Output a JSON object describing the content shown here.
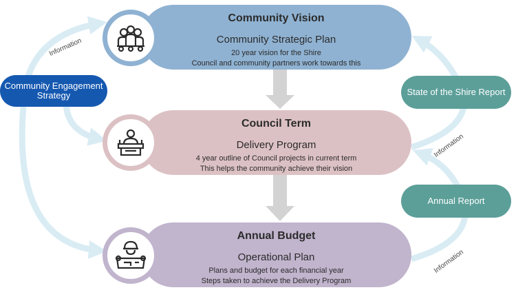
{
  "diagram": {
    "top": {
      "title": "Community Vision",
      "subtitle": "Community Strategic Plan",
      "line1": "20 year vision for the Shire",
      "line2": "Council and community partners work towards this",
      "icon": "community-people-icon",
      "color": "#8fb2d2"
    },
    "middle": {
      "title": "Council Term",
      "subtitle": "Delivery Program",
      "line1": "4 year outline of Council projects in current term",
      "line2": "This helps the community achieve their vision",
      "icon": "council-lectern-icon",
      "color": "#dcc1c4"
    },
    "bottom": {
      "title": "Annual Budget",
      "subtitle": "Operational Plan",
      "line1": "Plans and budget for each financial year",
      "line2": "Steps taken to achieve the Delivery Program",
      "icon": "worker-blueprint-icon",
      "color": "#c1b4cd"
    },
    "engagement": {
      "label": "Community Engagement Strategy",
      "color": "#1558b0"
    },
    "state_report": {
      "label": "State of the Shire Report",
      "color": "#5c9f99"
    },
    "annual_report": {
      "label": "Annual Report",
      "color": "#5c9f99"
    },
    "information_labels": [
      "Information",
      "Information",
      "Information"
    ],
    "colors": {
      "arc": "#d9ecf4",
      "down_arrow": "#d3d3d3"
    }
  }
}
